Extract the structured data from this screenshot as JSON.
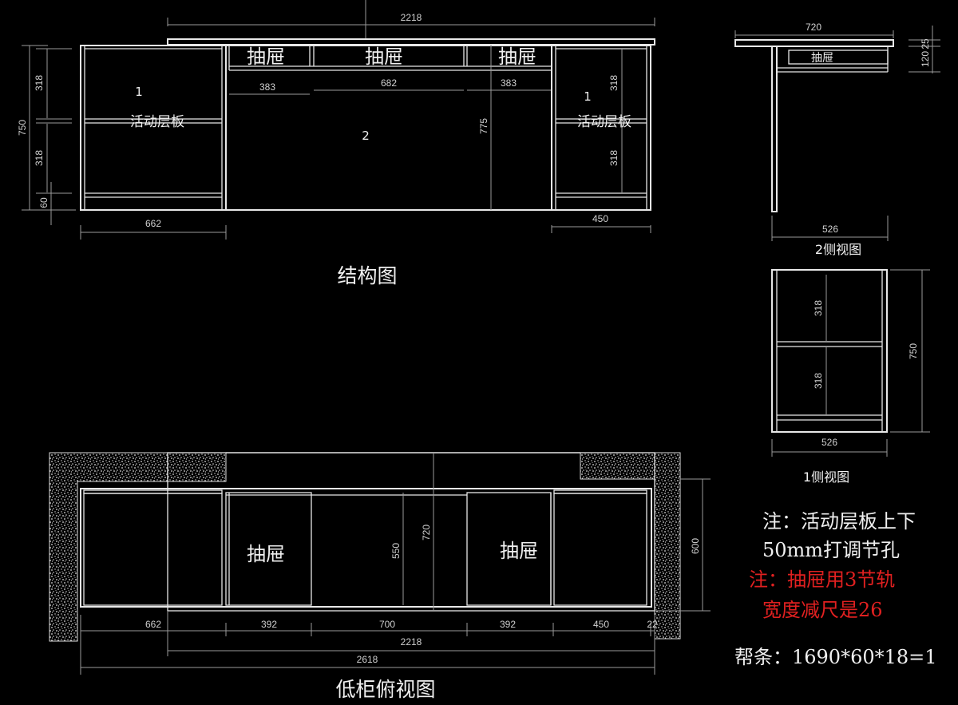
{
  "elevation": {
    "title": "结构图",
    "drawer_label": "抽屉",
    "shelf_label": "活动层板",
    "cab_left_num": "1",
    "cab_right_num": "1",
    "knee_num": "2",
    "dims": {
      "top": "2218",
      "d1": "383",
      "d2": "682",
      "d3": "383",
      "h_total": "750",
      "h_upper": "318",
      "h_lower": "318",
      "plinth": "60",
      "left_w": "662",
      "right_w": "450",
      "knee_h": "775",
      "r_upper": "318",
      "r_lower": "318"
    }
  },
  "side2": {
    "title": "2侧视图",
    "drawer_label": "抽屉",
    "top_w": "720",
    "base_w": "526",
    "d25": "25",
    "d120": "120"
  },
  "side1": {
    "title": "1侧视图",
    "h": "750",
    "upper": "318",
    "lower": "318",
    "w": "526"
  },
  "plan": {
    "title": "低柜俯视图",
    "drawer_label": "抽屉",
    "dims": {
      "a": "662",
      "b": "392",
      "c": "700",
      "d": "392",
      "e": "450",
      "f": "22",
      "top": "2218",
      "total": "2618",
      "depth": "720",
      "inner": "550",
      "right": "600"
    }
  },
  "notes": {
    "line1": "注：活动层板上下",
    "line2": "50mm打调节孔",
    "line3": "注：抽屉用3节轨",
    "line4": "宽度减尺是26",
    "line5": "帮条：1690*60*18=1",
    "white": "#f0f0f0",
    "red": "#e02020"
  }
}
